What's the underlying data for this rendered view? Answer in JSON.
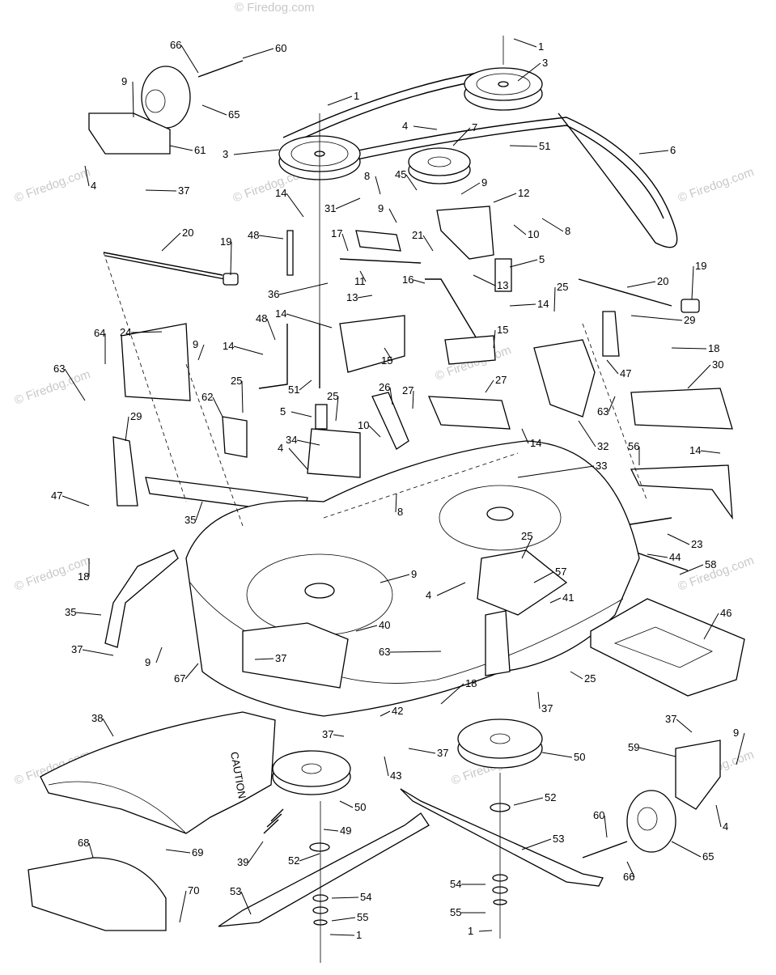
{
  "diagram": {
    "watermark_text": "© Firedog.com",
    "caution_label": "CAUTION",
    "callouts": [
      "1",
      "3",
      "4",
      "5",
      "6",
      "7",
      "8",
      "9",
      "10",
      "11",
      "12",
      "13",
      "14",
      "15",
      "16",
      "17",
      "18",
      "19",
      "20",
      "21",
      "23",
      "24",
      "25",
      "26",
      "27",
      "29",
      "30",
      "31",
      "32",
      "33",
      "34",
      "35",
      "36",
      "37",
      "38",
      "39",
      "40",
      "41",
      "42",
      "43",
      "44",
      "45",
      "46",
      "47",
      "48",
      "49",
      "50",
      "51",
      "52",
      "53",
      "54",
      "55",
      "56",
      "57",
      "58",
      "59",
      "60",
      "61",
      "62",
      "63",
      "64",
      "65",
      "66",
      "67",
      "68",
      "69",
      "70"
    ]
  }
}
